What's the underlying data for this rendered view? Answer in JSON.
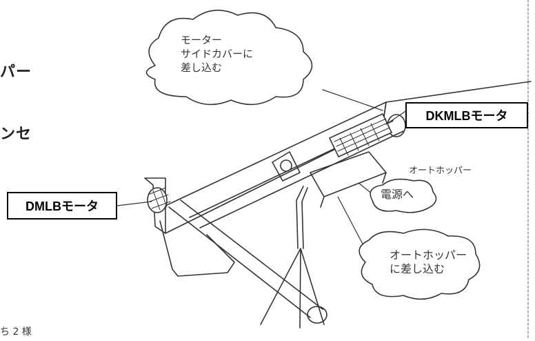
{
  "labels": {
    "dkmlb_motor": "DKMLBモータ",
    "dmlb_motor": "DMLBモータ"
  },
  "clouds": {
    "motor_cover": "モーター\nサイドカバーに\n差し込む",
    "power": "電源へ",
    "auto_hopper_insert": "オートホッパー\nに差し込む"
  },
  "text": {
    "auto_hopper": "オートホッパー",
    "frag_left_1": "パー",
    "frag_left_2": "ンセ",
    "frag_bottom": "ち 2 様"
  }
}
